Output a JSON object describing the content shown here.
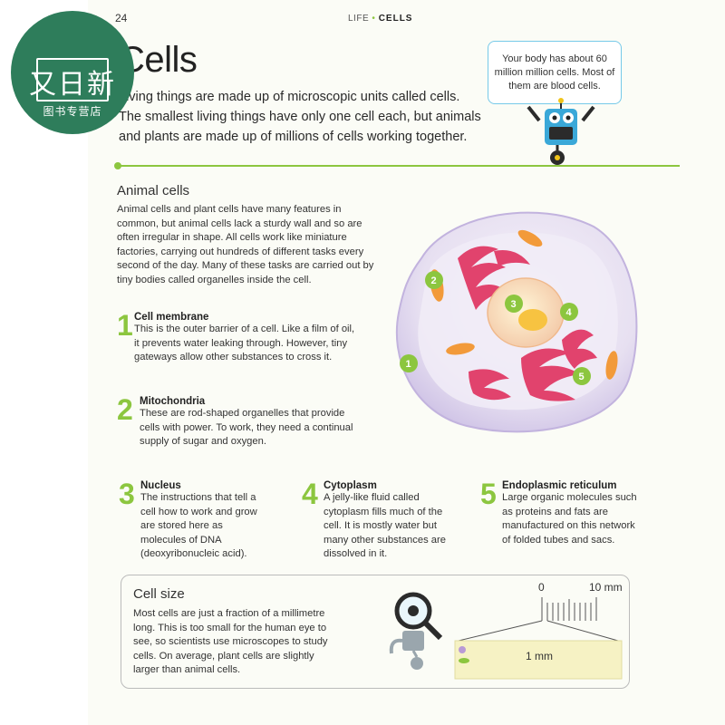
{
  "page_number": "24",
  "running_head": {
    "section": "LIFE",
    "topic": "CELLS"
  },
  "title": "Cells",
  "intro": "Living things are made up of microscopic units called cells. The smallest living things have only one cell each, but animals and plants are made up of millions of cells working together.",
  "speech_bubble": "Your body has about 60 million million cells. Most of them are blood cells.",
  "animal_cells": {
    "heading": "Animal cells",
    "text": "Animal cells and plant cells have many features in common, but animal cells lack a sturdy wall and so are often irregular in shape. All cells work like miniature factories, carrying out hundreds of different tasks every second of the day. Many of these tasks are carried out by tiny bodies called organelles inside the cell."
  },
  "organelles": [
    {
      "number": "1",
      "title": "Cell membrane",
      "text": "This is the outer barrier of a cell. Like a film of oil, it prevents water leaking through. However, tiny gateways allow other substances to cross it."
    },
    {
      "number": "2",
      "title": "Mitochondria",
      "text": "These are rod-shaped organelles that provide cells with power. To work, they need a continual supply of sugar and oxygen."
    },
    {
      "number": "3",
      "title": "Nucleus",
      "text": "The instructions that tell a cell how to work and grow are stored here as molecules of DNA (deoxyribonucleic acid)."
    },
    {
      "number": "4",
      "title": "Cytoplasm",
      "text": "A jelly-like fluid called cytoplasm fills much of the cell. It is mostly water but many other substances are dissolved in it."
    },
    {
      "number": "5",
      "title": "Endoplasmic reticulum",
      "text": "Large organic molecules such as proteins and fats are manufactured on this network of folded tubes and sacs."
    }
  ],
  "diagram_labels": [
    "1",
    "2",
    "3",
    "4",
    "5"
  ],
  "cell_size": {
    "heading": "Cell size",
    "text": "Most cells are just a fraction of a millimetre long. This is too small for the human eye to see, so scientists use microscopes to study cells. On average, plant cells are slightly larger than animal cells.",
    "scale_start": "0",
    "scale_end": "10 mm",
    "scale_zoom": "1 mm"
  },
  "watermark_logo": {
    "main": "又日新",
    "sub": "图书专营店"
  },
  "colors": {
    "accent_green": "#8cc63f",
    "cell_purple": "#e3dcf0",
    "bubble_border": "#76c9e8",
    "logo_green": "#2e7d5b"
  }
}
